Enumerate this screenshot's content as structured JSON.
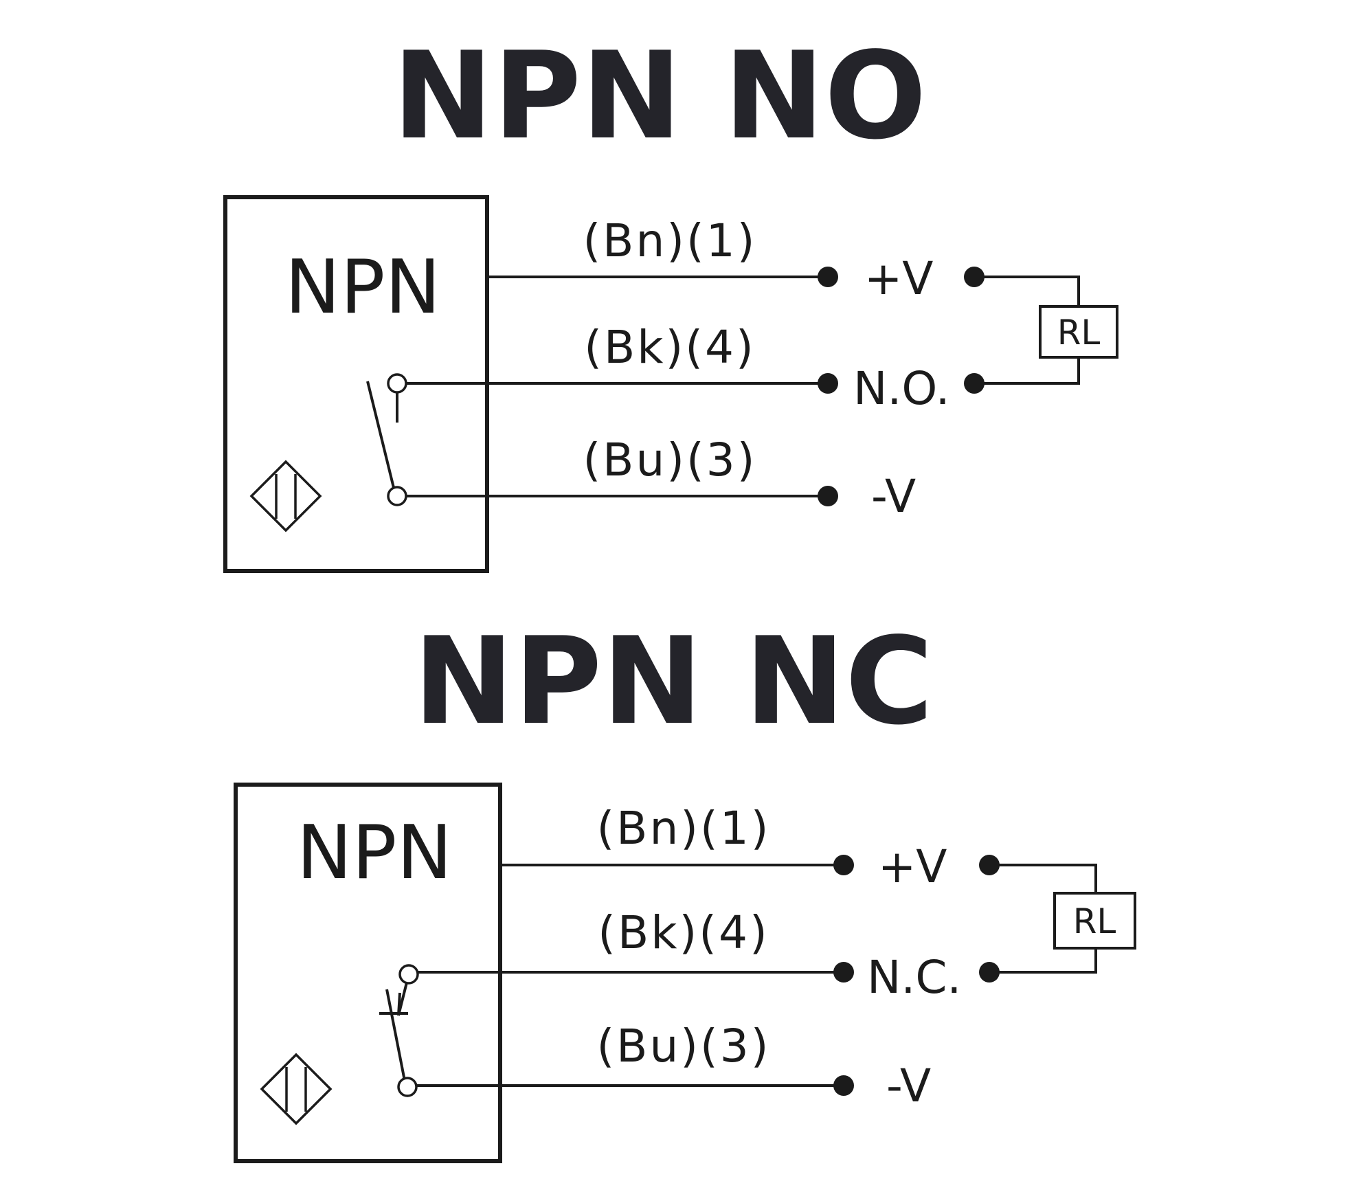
{
  "diagrams": [
    {
      "title": "NPN NO",
      "sensor_label": "NPN",
      "wires": [
        {
          "label": "(Bn)(1)",
          "terminal": "+V"
        },
        {
          "label": "(Bk)(4)",
          "terminal": "N.O."
        },
        {
          "label": "(Bu)(3)",
          "terminal": "-V"
        }
      ],
      "load_label": "RL"
    },
    {
      "title": "NPN NC",
      "sensor_label": "NPN",
      "wires": [
        {
          "label": "(Bn)(1)",
          "terminal": "+V"
        },
        {
          "label": "(Bk)(4)",
          "terminal": "N.C."
        },
        {
          "label": "(Bu)(3)",
          "terminal": "-V"
        }
      ],
      "load_label": "RL"
    }
  ]
}
